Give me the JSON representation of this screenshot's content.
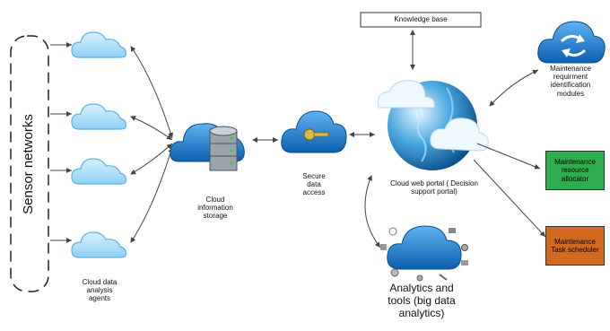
{
  "sensor_networks": {
    "label": "Sensor networks"
  },
  "cloud_agents": {
    "label": "Cloud data\nanalysis\nagents"
  },
  "cloud_storage": {
    "label": "Cloud\ninformation\nstorage"
  },
  "secure_access": {
    "label": "Secure\ndata\naccess"
  },
  "knowledge_base": {
    "label": "Knowledge base"
  },
  "web_portal": {
    "label": "Cloud web portal ( Decision\nsupport portal)"
  },
  "maint_requirement": {
    "label": "Maintenance\nrequirment\nidentification\nmodules"
  },
  "maint_allocator": {
    "label": "Maintenance\nresource\nallocator",
    "color": "#2fae4e"
  },
  "maint_scheduler": {
    "label": "Maintenance\nTask scheduler",
    "color": "#d2691e"
  },
  "analytics": {
    "label": "Analytics and\ntools (big data\nanalytics)"
  }
}
